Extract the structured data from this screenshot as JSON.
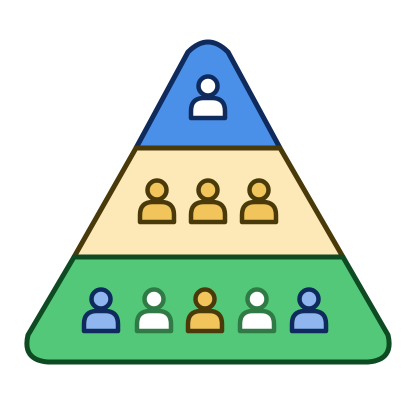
{
  "diagram": {
    "kind": "hierarchy-pyramid",
    "tiers": [
      {
        "name": "top",
        "fill": "#4a8fe8",
        "stroke": "#0f2a5c",
        "people": [
          {
            "fill": "#ffffff",
            "stroke": "#0f2a5c"
          }
        ]
      },
      {
        "name": "middle",
        "fill": "#fde8b7",
        "stroke": "#4a3a0a",
        "people": [
          {
            "fill": "#f2c55c",
            "stroke": "#4a3a0a"
          },
          {
            "fill": "#f2c55c",
            "stroke": "#4a3a0a"
          },
          {
            "fill": "#f2c55c",
            "stroke": "#4a3a0a"
          }
        ]
      },
      {
        "name": "bottom",
        "fill": "#52c878",
        "stroke": "#0e4a22",
        "people": [
          {
            "fill": "#8fb6ee",
            "stroke": "#0f2a5c"
          },
          {
            "fill": "#ffffff",
            "stroke": "#2f7a45"
          },
          {
            "fill": "#f2c55c",
            "stroke": "#4a3a0a"
          },
          {
            "fill": "#ffffff",
            "stroke": "#2f7a45"
          },
          {
            "fill": "#8fb6ee",
            "stroke": "#0f2a5c"
          }
        ]
      }
    ]
  }
}
